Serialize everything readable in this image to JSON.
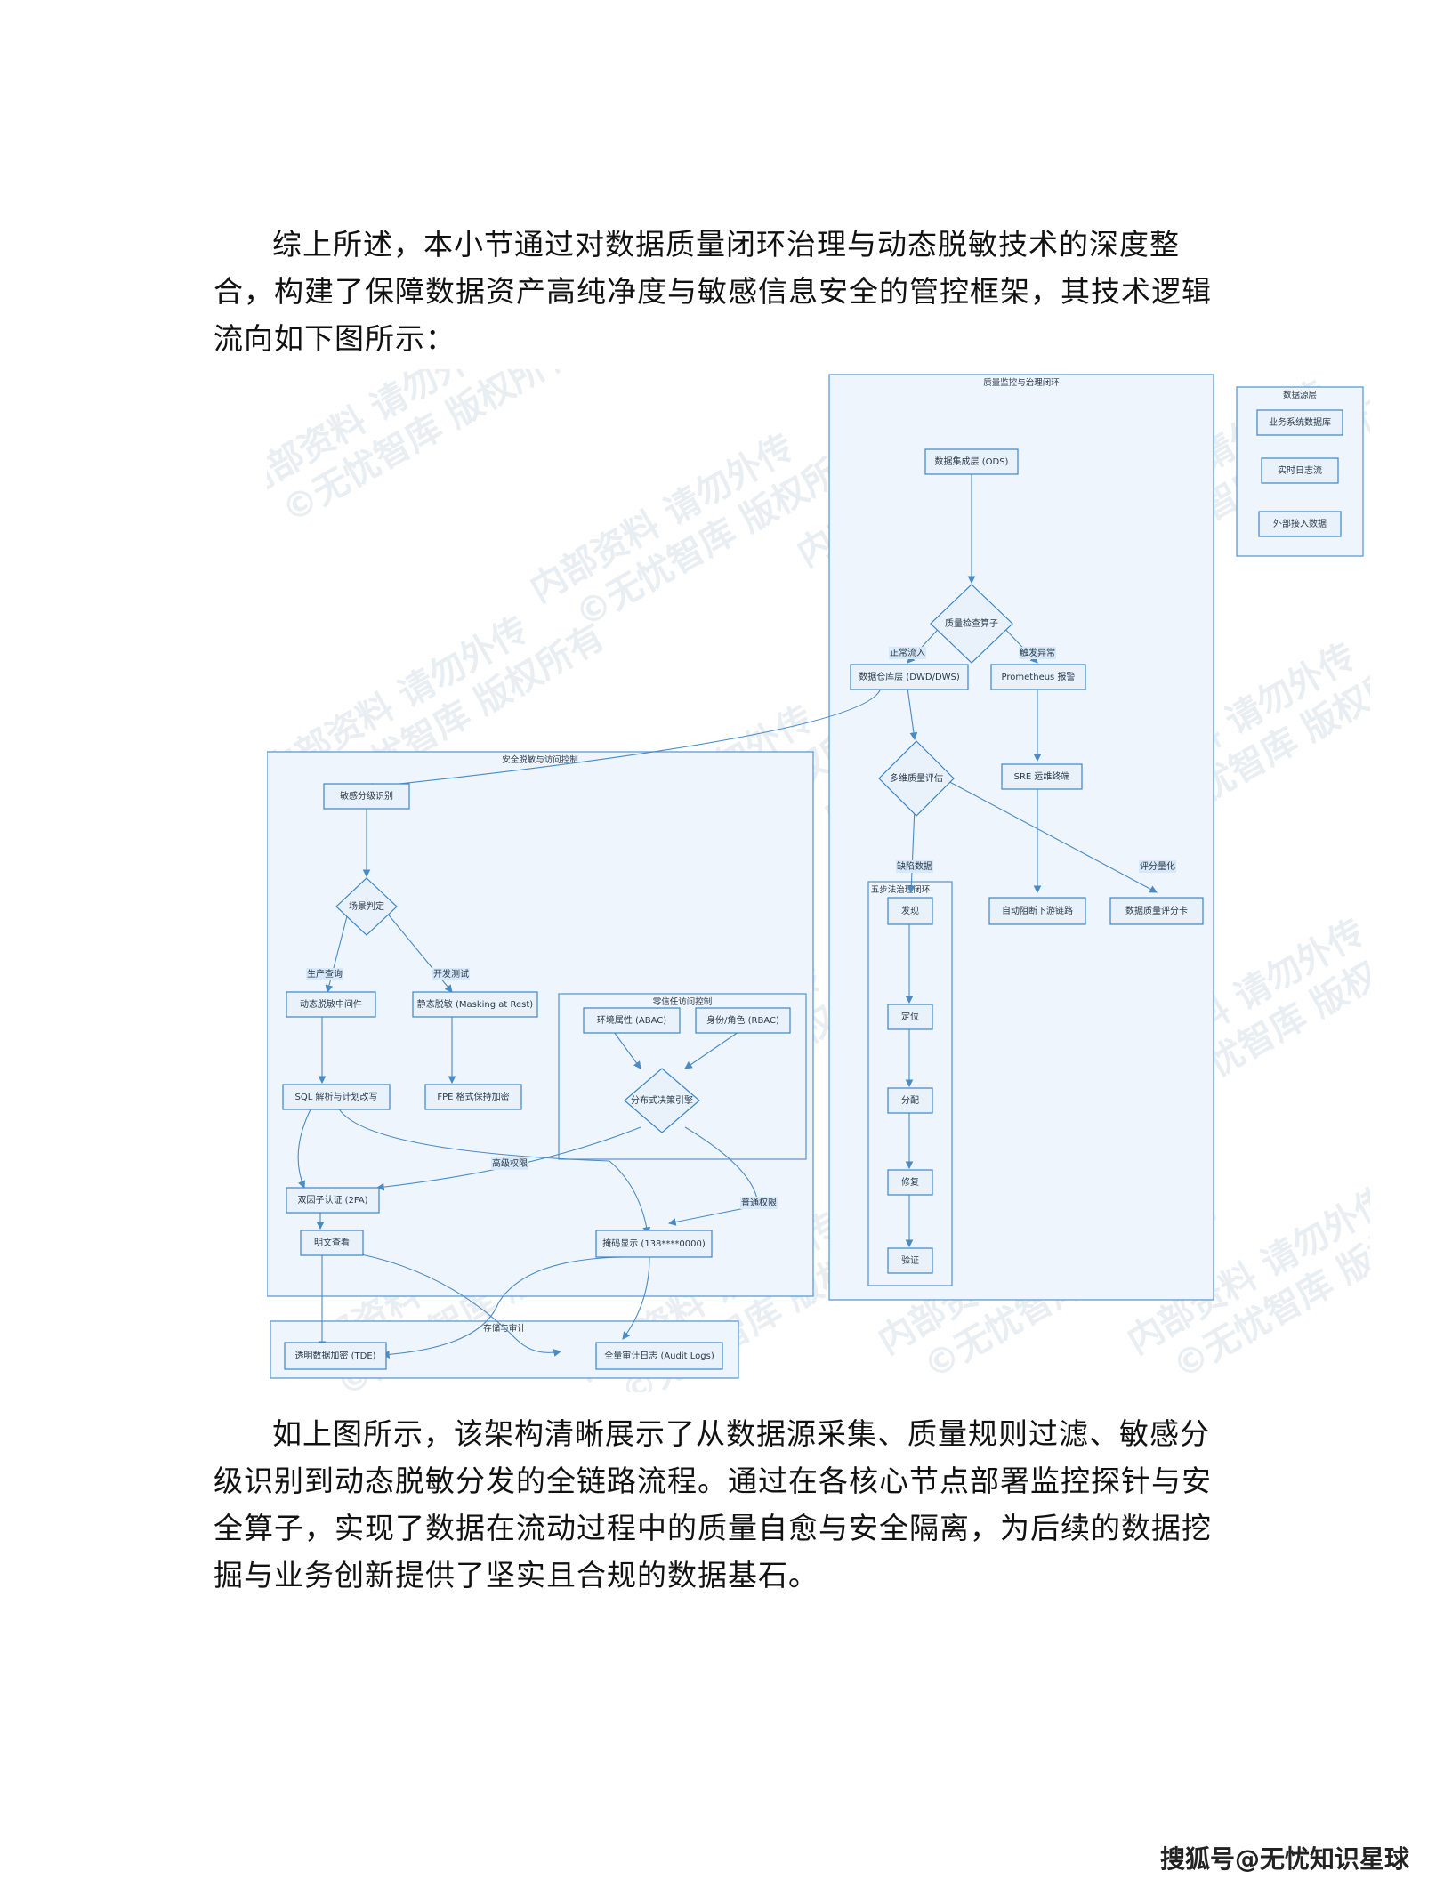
{
  "intro_paragraph": "综上所述，本小节通过对数据质量闭环治理与动态脱敏技术的深度整合，构建了保障数据资产高纯净度与敏感信息安全的管控框架，其技术逻辑流向如下图所示：",
  "outro_paragraph": "如上图所示，该架构清晰展示了从数据源采集、质量规则过滤、敏感分级识别到动态脱敏分发的全链路流程。通过在各核心节点部署监控探针与安全算子，实现了数据在流动过程中的质量自愈与安全隔离，为后续的数据挖掘与业务创新提供了坚实且合规的数据基石。",
  "watermark": {
    "line1": "内部资料 请勿外传",
    "line2": "©无忧智库 版权所有"
  },
  "footer_credit": "搜狐号@无忧知识星球",
  "diagram": {
    "clusters": {
      "sources": "数据源层",
      "quality": "质量监控与治理闭环",
      "security": "安全脱敏与访问控制",
      "zerotrust": "零信任访问控制",
      "fivestep": "五步法治理闭环",
      "storage": "存储与审计"
    },
    "nodes": {
      "biz_db": "业务系统数据库",
      "realtime_log": "实时日志流",
      "external": "外部接入数据",
      "ods": "数据集成层 (ODS)",
      "quality_check": "质量检查算子",
      "dwd": "数据仓库层 (DWD/DWS)",
      "prometheus": "Prometheus 报警",
      "multi_eval": "多维质量评估",
      "sre": "SRE 运维终端",
      "auto_cut": "自动阻断下游链路",
      "scorecard": "数据质量评分卡",
      "discover": "发现",
      "locate": "定位",
      "assign": "分配",
      "repair": "修复",
      "verify": "验证",
      "sensitive": "敏感分级识别",
      "scene": "场景判定",
      "dyn_mask": "动态脱敏中间件",
      "static_mask": "静态脱敏 (Masking at Rest)",
      "sql_parse": "SQL 解析与计划改写",
      "fpe": "FPE 格式保持加密",
      "abac": "环境属性 (ABAC)",
      "rbac": "身份/角色 (RBAC)",
      "policy": "分布式决策引擎",
      "twofa": "双因子认证 (2FA)",
      "plain": "明文查看",
      "masked": "掩码显示 (138****0000)",
      "tde": "透明数据加密 (TDE)",
      "audit": "全量审计日志 (Audit Logs)"
    },
    "edge_labels": {
      "normal": "正常流入",
      "abnormal": "触发异常",
      "defect": "缺陷数据",
      "quantify": "评分量化",
      "prod": "生产查询",
      "dev": "开发测试",
      "high": "高级权限",
      "normal_perm": "普通权限"
    }
  }
}
